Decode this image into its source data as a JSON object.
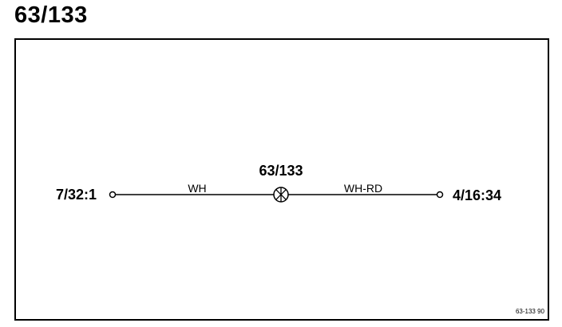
{
  "page": {
    "title": "63/133"
  },
  "diagram": {
    "center_component": {
      "label": "63/133",
      "icon": "bulb-cross-symbol-icon"
    },
    "left_terminal": {
      "label": "7/32:1",
      "icon": "open-circle-terminal-icon"
    },
    "right_terminal": {
      "label": "4/16:34",
      "icon": "open-circle-terminal-icon"
    },
    "left_wire": {
      "color_code": "WH"
    },
    "right_wire": {
      "color_code": "WH-RD"
    },
    "reference_code": "63-133 90"
  }
}
